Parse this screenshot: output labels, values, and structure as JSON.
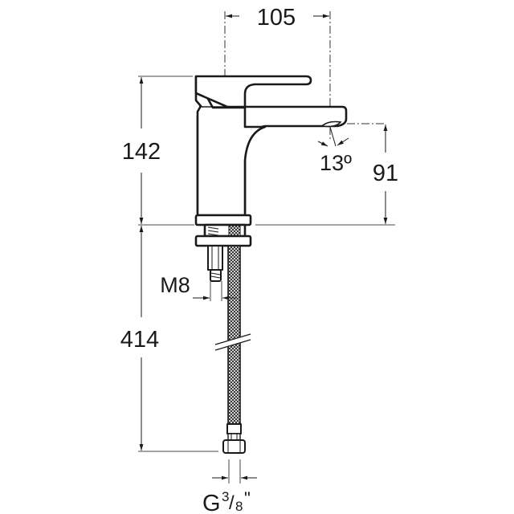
{
  "drawing": {
    "subject": "Single-lever basin mixer faucet technical drawing",
    "line_color": "#1a1a1a",
    "background": "#ffffff"
  },
  "dimensions": {
    "spout_reach": {
      "value": "105",
      "unit": "mm"
    },
    "total_height": {
      "value": "142",
      "unit": "mm"
    },
    "spout_outlet_height": {
      "value": "91",
      "unit": "mm"
    },
    "flow_angle": {
      "value": "13º",
      "unit": "deg"
    },
    "stud_thread": {
      "value": "M8"
    },
    "hose_length": {
      "value": "414",
      "unit": "mm"
    },
    "hose_connection": {
      "prefix": "G",
      "numerator": "3",
      "slash": "/",
      "denominator": "8",
      "suffix": "\""
    }
  }
}
